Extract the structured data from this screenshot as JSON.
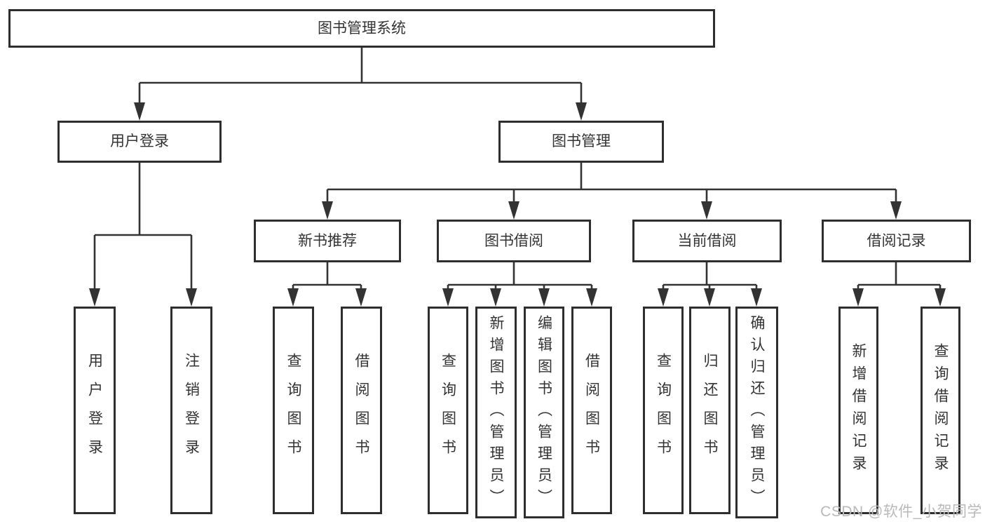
{
  "diagram": {
    "root": {
      "label": "图书管理系统"
    },
    "branches": [
      {
        "label": "用户登录",
        "children": [
          {
            "label": "用户登录"
          },
          {
            "label": "注销登录"
          }
        ]
      },
      {
        "label": "图书管理",
        "children": [
          {
            "label": "新书推荐",
            "children": [
              {
                "label": "查询图书"
              },
              {
                "label": "借阅图书"
              }
            ]
          },
          {
            "label": "图书借阅",
            "children": [
              {
                "label": "查询图书"
              },
              {
                "label": "新增图书（管理员）"
              },
              {
                "label": "编辑图书（管理员）"
              },
              {
                "label": "借阅图书"
              }
            ]
          },
          {
            "label": "当前借阅",
            "children": [
              {
                "label": "查询图书"
              },
              {
                "label": "归还图书"
              },
              {
                "label": "确认归还（管理员）"
              }
            ]
          },
          {
            "label": "借阅记录",
            "children": [
              {
                "label": "新增借阅记录"
              },
              {
                "label": "查询借阅记录"
              }
            ]
          }
        ]
      }
    ]
  },
  "watermark": "CSDN @软件_小贺同学",
  "colors": {
    "line": "#333333",
    "border": "#2e2e2e",
    "text": "#333333",
    "background": "#ffffff",
    "watermark": "#b9b9b9"
  }
}
